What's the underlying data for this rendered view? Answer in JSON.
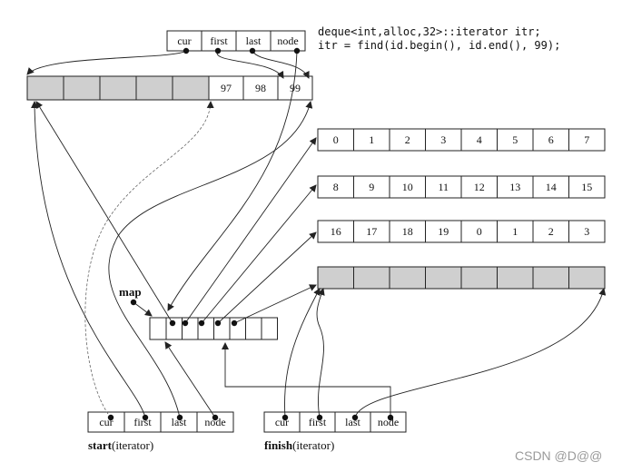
{
  "code": {
    "line1": "deque<int,alloc,32>::iterator itr;",
    "line2": "itr = find(id.begin(), id.end(), 99);"
  },
  "iterator_fields": [
    "cur",
    "first",
    "last",
    "node"
  ],
  "top_buffer": [
    "",
    "",
    "",
    "",
    "",
    "97",
    "98",
    "99"
  ],
  "buffers": [
    [
      "0",
      "1",
      "2",
      "3",
      "4",
      "5",
      "6",
      "7"
    ],
    [
      "8",
      "9",
      "10",
      "11",
      "12",
      "13",
      "14",
      "15"
    ],
    [
      "16",
      "17",
      "18",
      "19",
      "0",
      "1",
      "2",
      "3"
    ],
    [
      "",
      "",
      "",
      "",
      "",
      "",
      "",
      ""
    ]
  ],
  "map_label": "map",
  "start_caption": {
    "bold": "start",
    "normal": "(iterator)"
  },
  "finish_caption": {
    "bold": "finish",
    "normal": "(iterator)"
  },
  "watermark": "CSDN @D@@",
  "colors": {
    "line": "#222222",
    "shade": "#cfcfcf",
    "watermark": "#9a9a9a"
  }
}
